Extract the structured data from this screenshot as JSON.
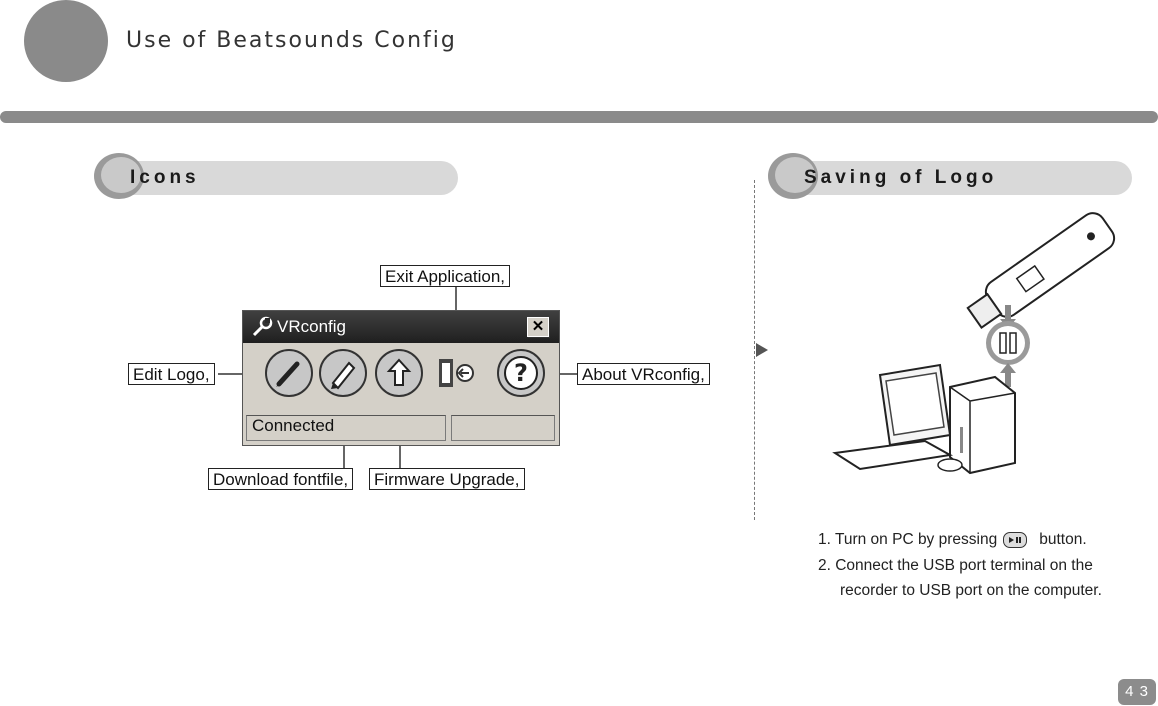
{
  "header": {
    "title": "Use of Beatsounds Config"
  },
  "sections": {
    "icons_heading": "Icons",
    "saving_heading": "Saving of Logo"
  },
  "window": {
    "title": "VRconfig",
    "close_symbol": "✕",
    "status_text": "Connected"
  },
  "callouts": {
    "exit": "Exit Application,",
    "edit_logo": "Edit Logo,",
    "about": "About VRconfig,",
    "download_font": "Download fontfile,",
    "firmware": "Firmware Upgrade,"
  },
  "instructions": {
    "step1_pre": "1. Turn on PC by pressing",
    "step1_post": "button.",
    "step2_line1": "2. Connect the USB port terminal on the",
    "step2_line2": "recorder to USB port on the computer."
  },
  "page_number": "4 3"
}
